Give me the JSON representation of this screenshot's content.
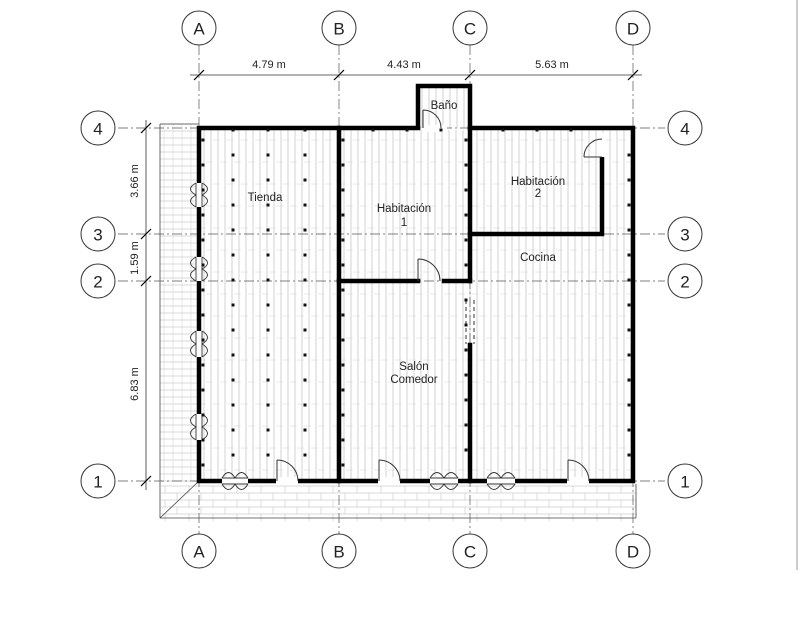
{
  "axes": {
    "columns": [
      "A",
      "B",
      "C",
      "D"
    ],
    "rows": [
      "4",
      "3",
      "2",
      "1"
    ]
  },
  "dimensions": {
    "horizontal": [
      "4.79 m",
      "4.43 m",
      "5.63 m"
    ],
    "vertical": [
      "3.66 m",
      "1.59 m",
      "6.83 m"
    ]
  },
  "rooms": [
    {
      "id": "tienda",
      "lines": [
        "Tienda"
      ]
    },
    {
      "id": "habitacion-1",
      "lines": [
        "Habitación",
        "1"
      ]
    },
    {
      "id": "bano",
      "lines": [
        "Baño"
      ]
    },
    {
      "id": "habitacion-2",
      "lines": [
        "Habitación",
        "2"
      ]
    },
    {
      "id": "cocina",
      "lines": [
        "Cocina"
      ]
    },
    {
      "id": "salon-comedor",
      "lines": [
        "Salón",
        "Comedor"
      ]
    }
  ],
  "colors": {
    "walls": "#000000",
    "grid": "#555555",
    "floor_slats": "#b5b5b5"
  }
}
